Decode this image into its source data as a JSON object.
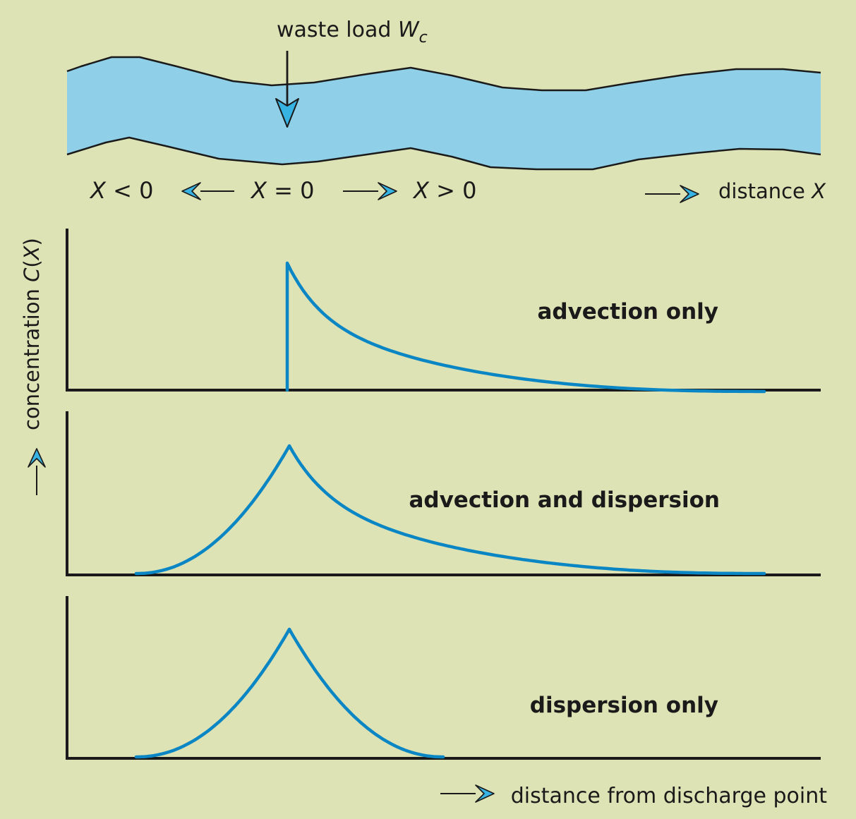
{
  "river": {
    "waste_load_label": "waste load ",
    "waste_load_symbol": "W",
    "waste_load_subscript": "c",
    "water_color": "#8fd0e8",
    "arrow_color": "#36b3e3"
  },
  "positions": {
    "upstream": {
      "var": "X",
      "rel": " < 0"
    },
    "origin": {
      "var": "X",
      "rel": " = 0"
    },
    "downstream": {
      "var": "X",
      "rel": " > 0"
    },
    "distance_label": "distance ",
    "distance_var": "X"
  },
  "y_axis_label": {
    "prefix": "concentration ",
    "var": "C",
    "open": "(",
    "arg": "X",
    "close": ")"
  },
  "x_axis_label": "distance from discharge point",
  "curve_color": "#0a86c4",
  "panels": [
    {
      "label": "advection only"
    },
    {
      "label": "advection and dispersion"
    },
    {
      "label": "dispersion only"
    }
  ]
}
